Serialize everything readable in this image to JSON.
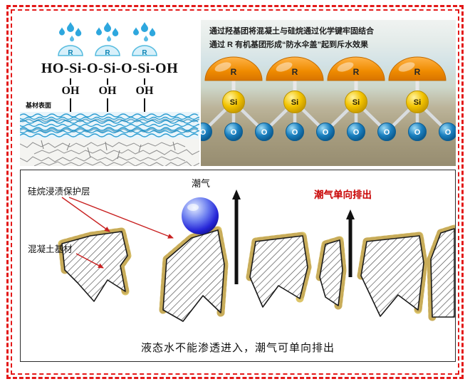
{
  "top_left": {
    "formula": "HO-Si-O-Si-O-Si-OH",
    "oh_label": "OH",
    "r_label": "R",
    "surface_label": "基材表面"
  },
  "top_right": {
    "caption_line1": "通过羟基团将混凝土与硅烷通过化学键牢固结合",
    "caption_line2": "通过 R 有机基团形成“防水伞盖”起到斥水效果",
    "r_label": "R",
    "si_label": "Si",
    "o_label": "O"
  },
  "bottom": {
    "coating_label": "硅烷浸渍保护层",
    "moisture_label": "潮气",
    "one_way_label": "潮气单向排出",
    "substrate_label": "混凝土基材",
    "caption": "液态水不能渗透进入，潮气可单向排出"
  },
  "colors": {
    "frame_red": "#e31919",
    "one_way_red": "#c80000",
    "dome_orange": "#ef8b00",
    "si_yellow": "#f2c300",
    "o_blue": "#1b80c0",
    "coating_yellow": "#dcc468"
  }
}
